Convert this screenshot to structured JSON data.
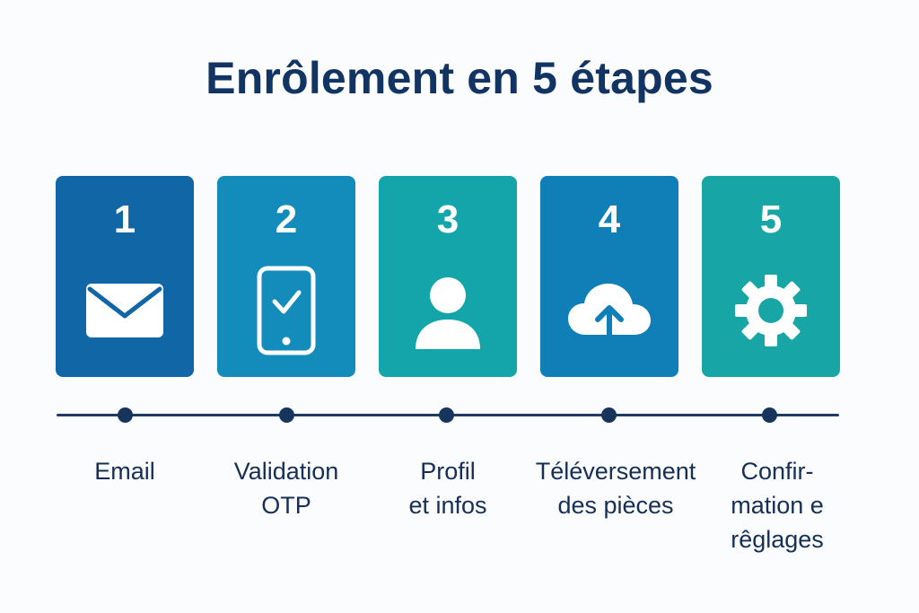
{
  "title": "Enrôlement en 5 étapes",
  "steps": [
    {
      "number": "1",
      "icon": "envelope-icon",
      "color": "#1166a6",
      "label_lines": [
        "Email"
      ]
    },
    {
      "number": "2",
      "icon": "smartphone-check-icon",
      "color": "#138bbb",
      "label_lines": [
        "Validation",
        "OTP"
      ]
    },
    {
      "number": "3",
      "icon": "user-icon",
      "color": "#14a5aa",
      "label_lines": [
        "Profil",
        "et infos"
      ]
    },
    {
      "number": "4",
      "icon": "cloud-upload-icon",
      "color": "#117fb7",
      "label_lines": [
        "Téléversement",
        "des pièces"
      ]
    },
    {
      "number": "5",
      "icon": "gear-icon",
      "color": "#17a6a5",
      "label_lines": [
        "Confir-",
        "mation e",
        "rêglages"
      ]
    }
  ]
}
